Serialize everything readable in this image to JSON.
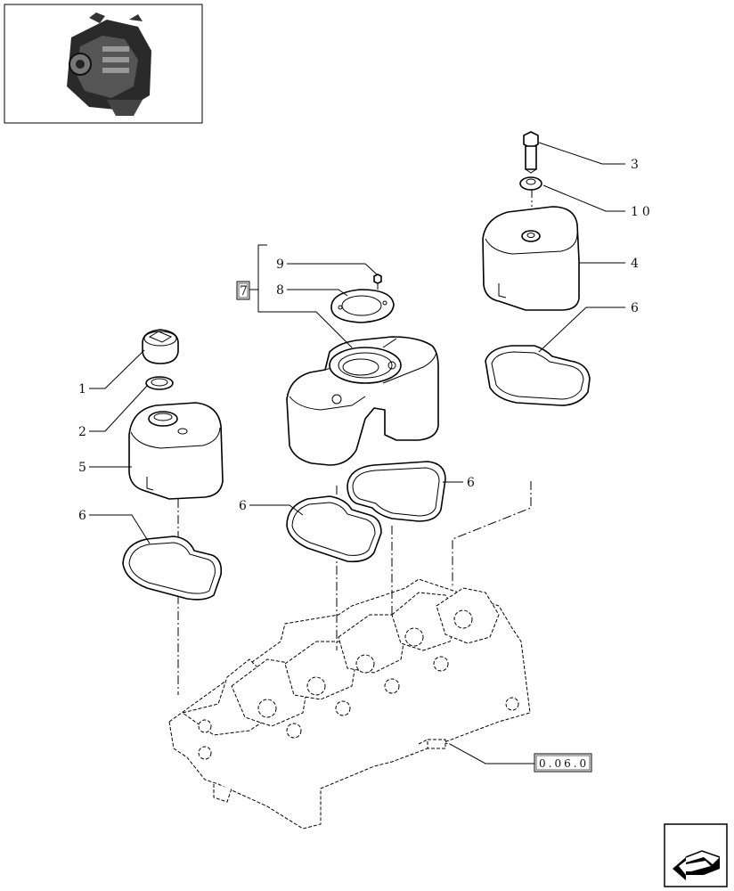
{
  "callouts": {
    "c1": "1",
    "c2": "2",
    "c3": "3",
    "c4": "4",
    "c5": "5",
    "c6a": "6",
    "c6b": "6",
    "c6c": "6",
    "c6d": "6",
    "c7": "7",
    "c8": "8",
    "c9": "9",
    "c10": "10"
  },
  "reference_box": "0.06.0",
  "icons": {
    "thumbnail": "engine-thumbnail-icon",
    "nav": "next-page-arrow-icon"
  }
}
